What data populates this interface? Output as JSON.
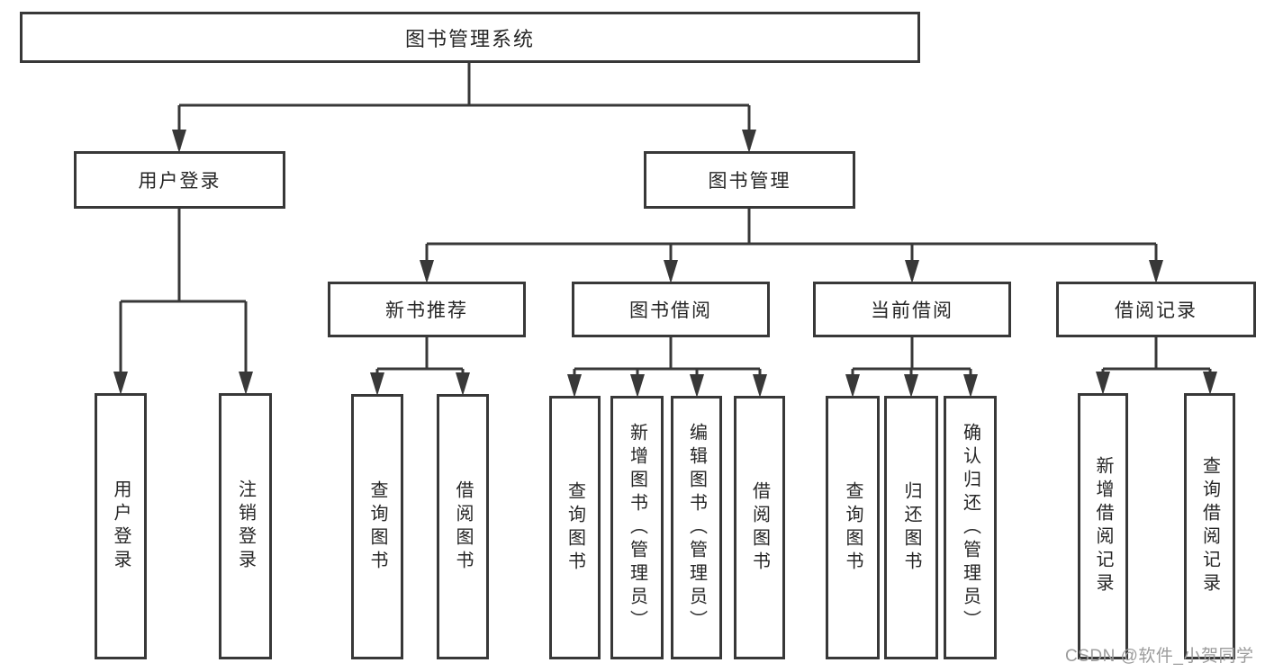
{
  "diagram": {
    "type": "hierarchy-tree",
    "root": {
      "label": "图书管理系统"
    },
    "level2": [
      {
        "id": "user-login",
        "label": "用户登录",
        "parent": "图书管理系统"
      },
      {
        "id": "book-management",
        "label": "图书管理",
        "parent": "图书管理系统"
      }
    ],
    "level3": [
      {
        "id": "new-book-recommend",
        "label": "新书推荐",
        "parent": "图书管理"
      },
      {
        "id": "book-borrow",
        "label": "图书借阅",
        "parent": "图书管理"
      },
      {
        "id": "current-borrow",
        "label": "当前借阅",
        "parent": "图书管理"
      },
      {
        "id": "borrow-record",
        "label": "借阅记录",
        "parent": "图书管理"
      }
    ],
    "leaves": [
      {
        "label": "用户登录",
        "parent": "用户登录"
      },
      {
        "label": "注销登录",
        "parent": "用户登录"
      },
      {
        "label": "查询图书",
        "parent": "新书推荐"
      },
      {
        "label": "借阅图书",
        "parent": "新书推荐"
      },
      {
        "label": "查询图书",
        "parent": "图书借阅"
      },
      {
        "label": "新增图书（管理员）",
        "parent": "图书借阅"
      },
      {
        "label": "编辑图书（管理员）",
        "parent": "图书借阅"
      },
      {
        "label": "借阅图书",
        "parent": "图书借阅"
      },
      {
        "label": "查询图书",
        "parent": "当前借阅"
      },
      {
        "label": "归还图书",
        "parent": "当前借阅"
      },
      {
        "label": "确认归还（管理员）",
        "parent": "当前借阅"
      },
      {
        "label": "新增借阅记录",
        "parent": "借阅记录"
      },
      {
        "label": "查询借阅记录",
        "parent": "借阅记录"
      }
    ]
  },
  "watermark": {
    "text": "CSDN @软件_小贺同学"
  },
  "colors": {
    "line": "#383838",
    "box_border": "#383838",
    "text": "#262626",
    "watermark": "#9c9c9c",
    "background": "#ffffff"
  }
}
